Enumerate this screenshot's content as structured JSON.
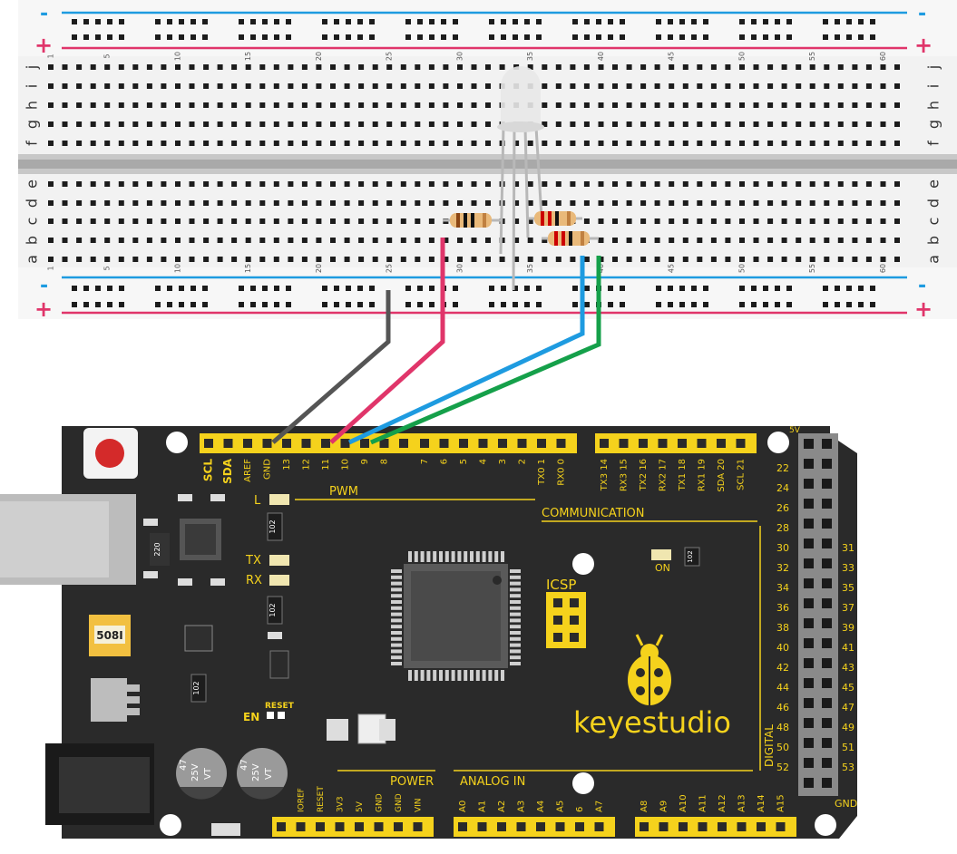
{
  "breadboard": {
    "power_rail_minus": "-",
    "power_rail_plus": "+",
    "row_labels_top": [
      "j",
      "i",
      "h",
      "g",
      "f"
    ],
    "row_labels_bottom": [
      "e",
      "d",
      "c",
      "b",
      "a"
    ],
    "column_numbers": [
      "1",
      "5",
      "10",
      "15",
      "20",
      "25",
      "30",
      "35",
      "40",
      "45",
      "50",
      "55",
      "60"
    ]
  },
  "components": {
    "rgb_led": "RGB LED",
    "resistor_left": "resistor",
    "resistor_right_top": "resistor",
    "resistor_right_bottom": "resistor"
  },
  "wires": {
    "gnd_color": "#555555",
    "red_color": "#e0356a",
    "blue_color": "#1e9be0",
    "green_color": "#15a04a"
  },
  "board": {
    "brand": "keyestudio",
    "top_left_labels": [
      "SCL",
      "SDA",
      "AREF",
      "GND",
      "13",
      "12",
      "11",
      "10",
      "9",
      "8"
    ],
    "top_mid_labels": [
      "7",
      "6",
      "5",
      "4",
      "3",
      "2",
      "TX0 1",
      "RX0 0"
    ],
    "top_right_labels": [
      "TX3 14",
      "RX3 15",
      "TX2 16",
      "RX2 17",
      "TX1 18",
      "RX1 19",
      "SDA 20",
      "SCL 21"
    ],
    "pwm": "PWM",
    "communication": "COMMUNICATION",
    "led_l": "L",
    "led_tx": "TX",
    "led_rx": "RX",
    "led_on": "ON",
    "icsp": "ICSP",
    "en": "EN",
    "reset": "RESET",
    "power": "POWER",
    "analog_in": "ANALOG IN",
    "power_pins": [
      "IOREF",
      "RESET",
      "3V3",
      "5V",
      "GND",
      "GND",
      "VIN"
    ],
    "analog_pins_left": [
      "A0",
      "A1",
      "A2",
      "A3",
      "A4",
      "A5",
      "6",
      "A7"
    ],
    "analog_pins_right": [
      "A8",
      "A9",
      "A10",
      "A11",
      "A12",
      "A13",
      "A14",
      "A15"
    ],
    "digital_left": [
      "22",
      "24",
      "26",
      "28",
      "30",
      "32",
      "34",
      "36",
      "38",
      "40",
      "42",
      "44",
      "46",
      "48",
      "50",
      "52"
    ],
    "digital_right": [
      "31",
      "33",
      "35",
      "37",
      "39",
      "41",
      "43",
      "45",
      "47",
      "49",
      "51",
      "53"
    ],
    "digital": "DIGITAL",
    "fivev": "5V",
    "gnd": "GND",
    "cap1_line1": "47",
    "cap1_line2": "25V",
    "cap1_line3": "VT",
    "cap2_line1": "47",
    "cap2_line2": "25V",
    "cap2_line3": "VT",
    "smd_102": "102",
    "smd_220": "220",
    "fuse": "508I"
  }
}
